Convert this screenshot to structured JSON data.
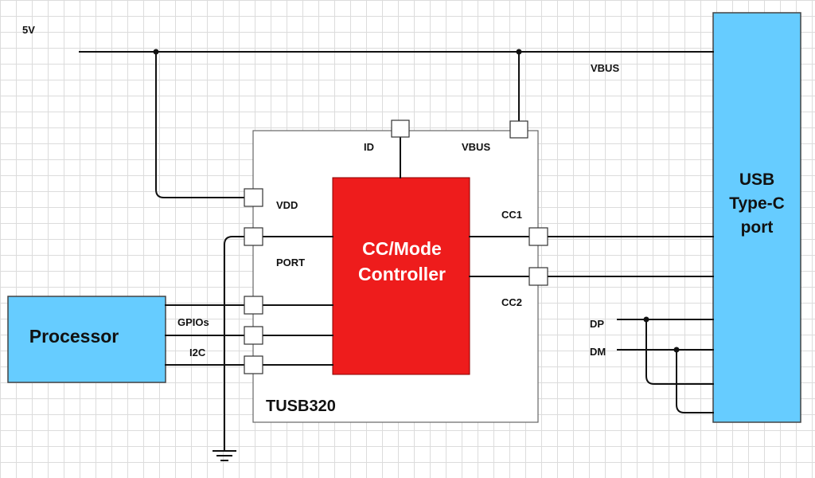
{
  "labels": {
    "supply": "5V",
    "vbus_line": "VBUS",
    "pin_id": "ID",
    "pin_vbus": "VBUS",
    "pin_vdd": "VDD",
    "pin_port": "PORT",
    "pin_cc1": "CC1",
    "pin_cc2": "CC2",
    "bus_gpios": "GPIOs",
    "bus_i2c": "I2C",
    "sig_dp": "DP",
    "sig_dm": "DM",
    "chip": "TUSB320"
  },
  "blocks": {
    "processor": "Processor",
    "controller": [
      "CC/Mode",
      "Controller"
    ],
    "usb_port": [
      "USB",
      "Type-C",
      "port"
    ]
  },
  "colors": {
    "block_blue": "#66ccff",
    "controller_red": "#ee1c1c",
    "wire": "#111111",
    "chip_body": "#ffffff"
  }
}
